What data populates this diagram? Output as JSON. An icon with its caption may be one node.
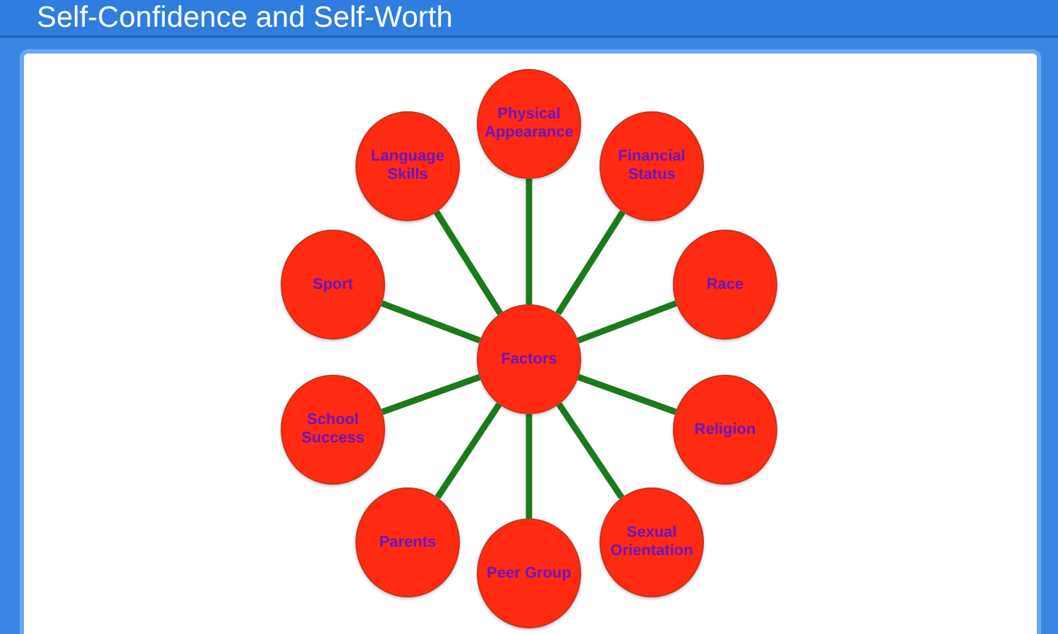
{
  "diagram": {
    "title": "Self-Confidence and Self-Worth",
    "nodes": [
      {
        "text": [
          "Physical Appearance"
        ]
      },
      {
        "text": [
          "Language Skills"
        ]
      },
      {
        "text": [
          "Financial Status"
        ]
      },
      {
        "text": [
          "Sport"
        ]
      },
      {
        "text": [
          "Race"
        ]
      },
      {
        "text": [
          "Factors"
        ]
      },
      {
        "text": [
          "School Success"
        ]
      },
      {
        "text": [
          "Religion"
        ]
      },
      {
        "text": [
          "Parents"
        ]
      },
      {
        "text": [
          "Sexual Orientation"
        ]
      },
      {
        "text": [
          "Peer Group"
        ]
      }
    ],
    "edges": [
      {
        "from": 5,
        "to": 0,
        "arrow": "none"
      },
      {
        "from": 5,
        "to": 2,
        "arrow": "none"
      },
      {
        "from": 5,
        "to": 4,
        "arrow": "none"
      },
      {
        "from": 5,
        "to": 7,
        "arrow": "none"
      },
      {
        "from": 5,
        "to": 9,
        "arrow": "none"
      },
      {
        "from": 5,
        "to": 10,
        "arrow": "none"
      },
      {
        "from": 5,
        "to": 8,
        "arrow": "none"
      },
      {
        "from": 5,
        "to": 6,
        "arrow": "none"
      },
      {
        "from": 5,
        "to": 3,
        "arrow": "none"
      },
      {
        "from": 5,
        "to": 1,
        "arrow": "none"
      }
    ]
  }
}
